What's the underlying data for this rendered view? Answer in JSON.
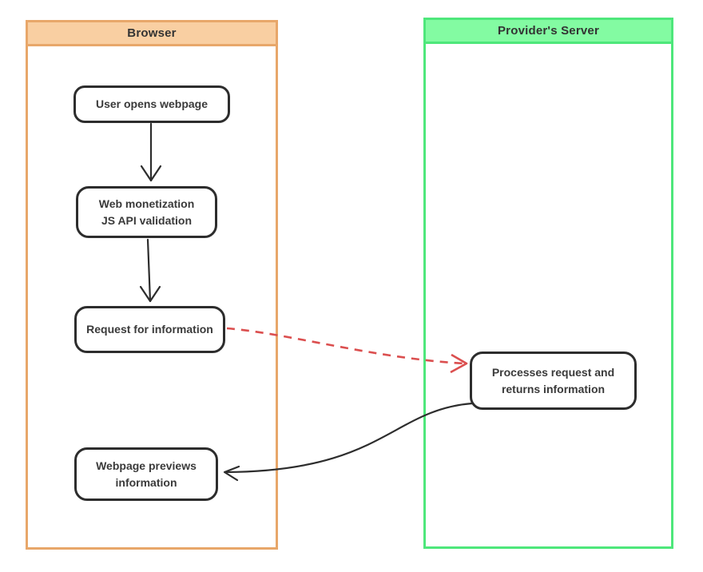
{
  "diagram_type": "flowchart",
  "colors": {
    "background": "#ffffff",
    "browser_header_fill": "#F9CFA2",
    "browser_border": "#E8A76A",
    "server_header_fill": "#83FBA2",
    "server_border": "#4EE77B",
    "node_fill": "#FFFFFF",
    "node_border": "#2D2D2D",
    "text": "#3A3A3A",
    "arrow_black": "#2D2D2D",
    "arrow_red_dashed": "#DB4F4F"
  },
  "containers": [
    {
      "title": "Browser"
    },
    {
      "title": "Provider's Server"
    }
  ],
  "nodes": [
    {
      "id": "user-opens-webpage",
      "container": "Browser",
      "lines": [
        "User opens webpage"
      ]
    },
    {
      "id": "web-monetization-validation",
      "container": "Browser",
      "lines": [
        "Web monetization",
        "JS API validation"
      ]
    },
    {
      "id": "request-for-information",
      "container": "Browser",
      "lines": [
        "Request for information"
      ]
    },
    {
      "id": "processes-request",
      "container": "Provider's Server",
      "lines": [
        "Processes request and",
        "returns information"
      ]
    },
    {
      "id": "webpage-previews-information",
      "container": "Browser",
      "lines": [
        "Webpage previews",
        "information"
      ]
    }
  ],
  "edges": [
    {
      "from": "user-opens-webpage",
      "to": "web-monetization-validation",
      "style": "solid-black",
      "direction": "down"
    },
    {
      "from": "web-monetization-validation",
      "to": "request-for-information",
      "style": "solid-black",
      "direction": "down"
    },
    {
      "from": "request-for-information",
      "to": "processes-request",
      "style": "dashed-red",
      "direction": "right"
    },
    {
      "from": "processes-request",
      "to": "webpage-previews-information",
      "style": "solid-black-curved",
      "direction": "left"
    }
  ]
}
